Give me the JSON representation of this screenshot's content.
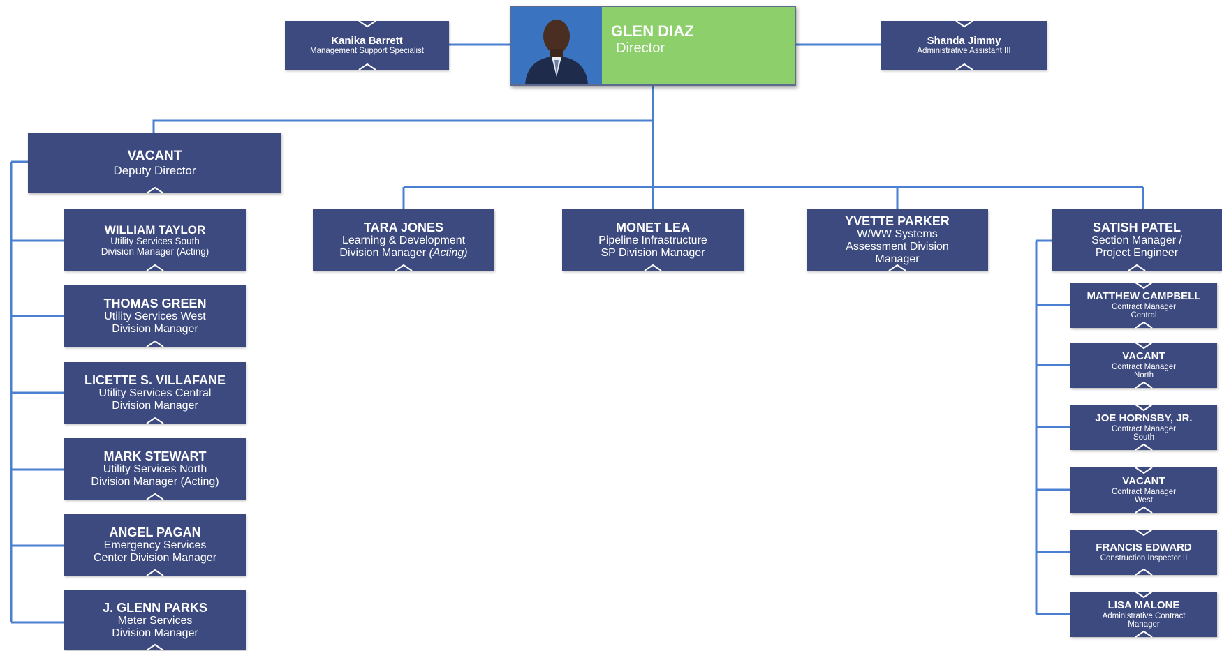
{
  "director": {
    "name": "GLEN DIAZ",
    "title": "Director",
    "photo_alt": "portrait-photo"
  },
  "staff_left": {
    "name": "Kanika Barrett",
    "title": "Management Support Specialist"
  },
  "staff_right": {
    "name": "Shanda Jimmy",
    "title": "Administrative Assistant III"
  },
  "deputy": {
    "name": "VACANT",
    "title": "Deputy Director"
  },
  "deputy_reports": [
    {
      "name": "WILLIAM  TAYLOR",
      "title": "Utility  Services  South",
      "title2": "Division Manager  (Acting)"
    },
    {
      "name": "THOMAS GREEN",
      "title": "Utility  Services West",
      "title2": "Division Manager"
    },
    {
      "name": "LICETTE S. VILLAFANE",
      "title": "Utility  Services  Central",
      "title2": "Division Manager"
    },
    {
      "name": "MARK STEWART",
      "title": "Utility  Services  North",
      "title2": "Division Manager (Acting)"
    },
    {
      "name": "ANGEL PAGAN",
      "title": "Emergency  Services",
      "title2": "Center  Division Manager"
    },
    {
      "name": "J. GLENN PARKS",
      "title": "Meter Services",
      "title2": "Division Manager"
    }
  ],
  "division_managers": [
    {
      "name": "TARA JONES",
      "title": "Learning & Development",
      "title2": "Division Manager ",
      "title2_italic": "(Acting)"
    },
    {
      "name": "MONET LEA",
      "title": "Pipeline Infrastructure",
      "title2": "SP Division Manager",
      "title2_italic": ""
    },
    {
      "name": "YVETTE PARKER",
      "title": "W/WW Systems",
      "title2": "Assessment Division",
      "title3": "Manager",
      "title2_italic": ""
    }
  ],
  "section_manager": {
    "name": "SATISH PATEL",
    "title": "Section Manager /",
    "title2": "Project Engineer"
  },
  "section_reports": [
    {
      "name": "MATTHEW CAMPBELL",
      "title": "Contract Manager",
      "title2": "Central"
    },
    {
      "name": "VACANT",
      "title": "Contract Manager",
      "title2": "North"
    },
    {
      "name": "JOE HORNSBY, JR.",
      "title": "Contract Manager",
      "title2": "South"
    },
    {
      "name": "VACANT",
      "title": "Contract Manager",
      "title2": "West"
    },
    {
      "name": "FRANCIS EDWARD",
      "title": "Construction Inspector II",
      "title2": ""
    },
    {
      "name": "LISA MALONE",
      "title": "Administrative Contract",
      "title2": "Manager"
    }
  ],
  "colors": {
    "box": "#3d4a7f",
    "director_bg": "#8ccf6b",
    "line": "#4a7fd1",
    "text": "#ffffff"
  }
}
